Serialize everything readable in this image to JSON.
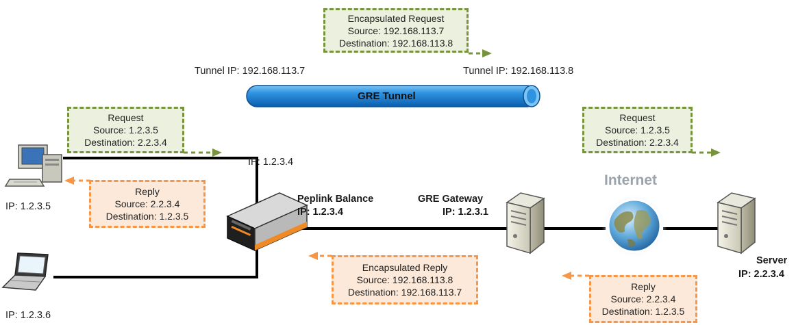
{
  "tunnel": {
    "label": "GRE Tunnel",
    "left_ip": "Tunnel IP: 192.168.113.7",
    "right_ip": "Tunnel IP: 192.168.113.8"
  },
  "boxes": {
    "encap_request": {
      "title": "Encapsulated Request",
      "source": "Source: 192.168.113.7",
      "destination": "Destination: 192.168.113.8"
    },
    "request_left": {
      "title": "Request",
      "source": "Source: 1.2.3.5",
      "destination": "Destination: 2.2.3.4"
    },
    "request_right": {
      "title": "Request",
      "source": "Source: 1.2.3.5",
      "destination": "Destination: 2.2.3.4"
    },
    "reply_left": {
      "title": "Reply",
      "source": "Source: 2.2.3.4",
      "destination": "Destination: 1.2.3.5"
    },
    "encap_reply": {
      "title": "Encapsulated Reply",
      "source": "Source: 192.168.113.8",
      "destination": "Destination: 192.168.113.7"
    },
    "reply_right": {
      "title": "Reply",
      "source": "Source: 2.2.3.4",
      "destination": "Destination: 1.2.3.5"
    }
  },
  "nodes": {
    "desktop_ip": "IP: 1.2.3.5",
    "laptop_ip": "IP: 1.2.3.6",
    "lan_ip": "IP: 1.2.3.4",
    "balance_name": "Peplink Balance",
    "balance_ip": "IP: 1.2.3.4",
    "gateway_name": "GRE Gateway",
    "gateway_ip": "IP: 1.2.3.1",
    "internet": "Internet",
    "server_name": "Server",
    "server_ip": "IP: 2.2.3.4"
  },
  "colors": {
    "request_fill": "#ebf1de",
    "request_border": "#77933c",
    "reply_fill": "#fde9d9",
    "reply_border": "#f79646",
    "tunnel": "#1f83d6",
    "link": "#000000"
  },
  "icons": [
    "desktop-computer-icon",
    "laptop-icon",
    "router-device-icon",
    "gateway-server-icon",
    "globe-icon",
    "server-icon"
  ]
}
